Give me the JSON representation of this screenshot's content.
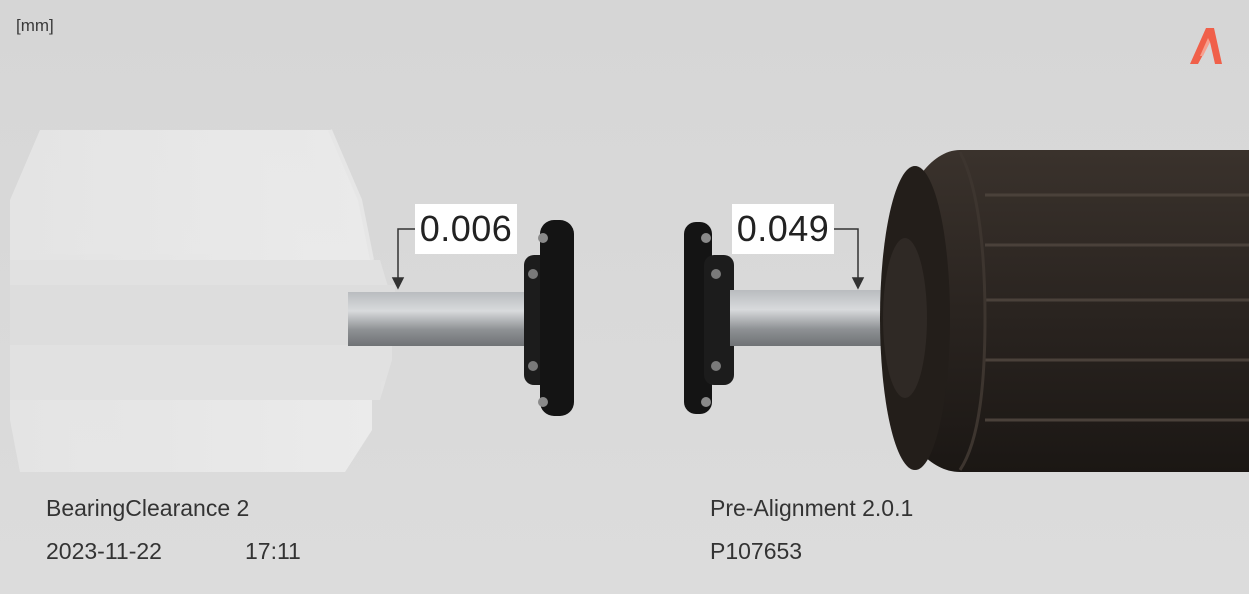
{
  "unit_label": "[mm]",
  "measurements": {
    "left_value": "0.006",
    "right_value": "0.049"
  },
  "info": {
    "left_name": "BearingClearance 2",
    "left_date": "2023-11-22",
    "left_time": "17:11",
    "right_name": "Pre-Alignment 2.0.1",
    "right_serial": "P107653"
  },
  "colors": {
    "background": "#d8d8d8",
    "logo_accent": "#f0604a",
    "motor_body": "#2a2420",
    "shaft": "#9a9da0",
    "coupling": "#1c1c1c"
  },
  "icons": {
    "logo": "brand-logo-icon"
  }
}
